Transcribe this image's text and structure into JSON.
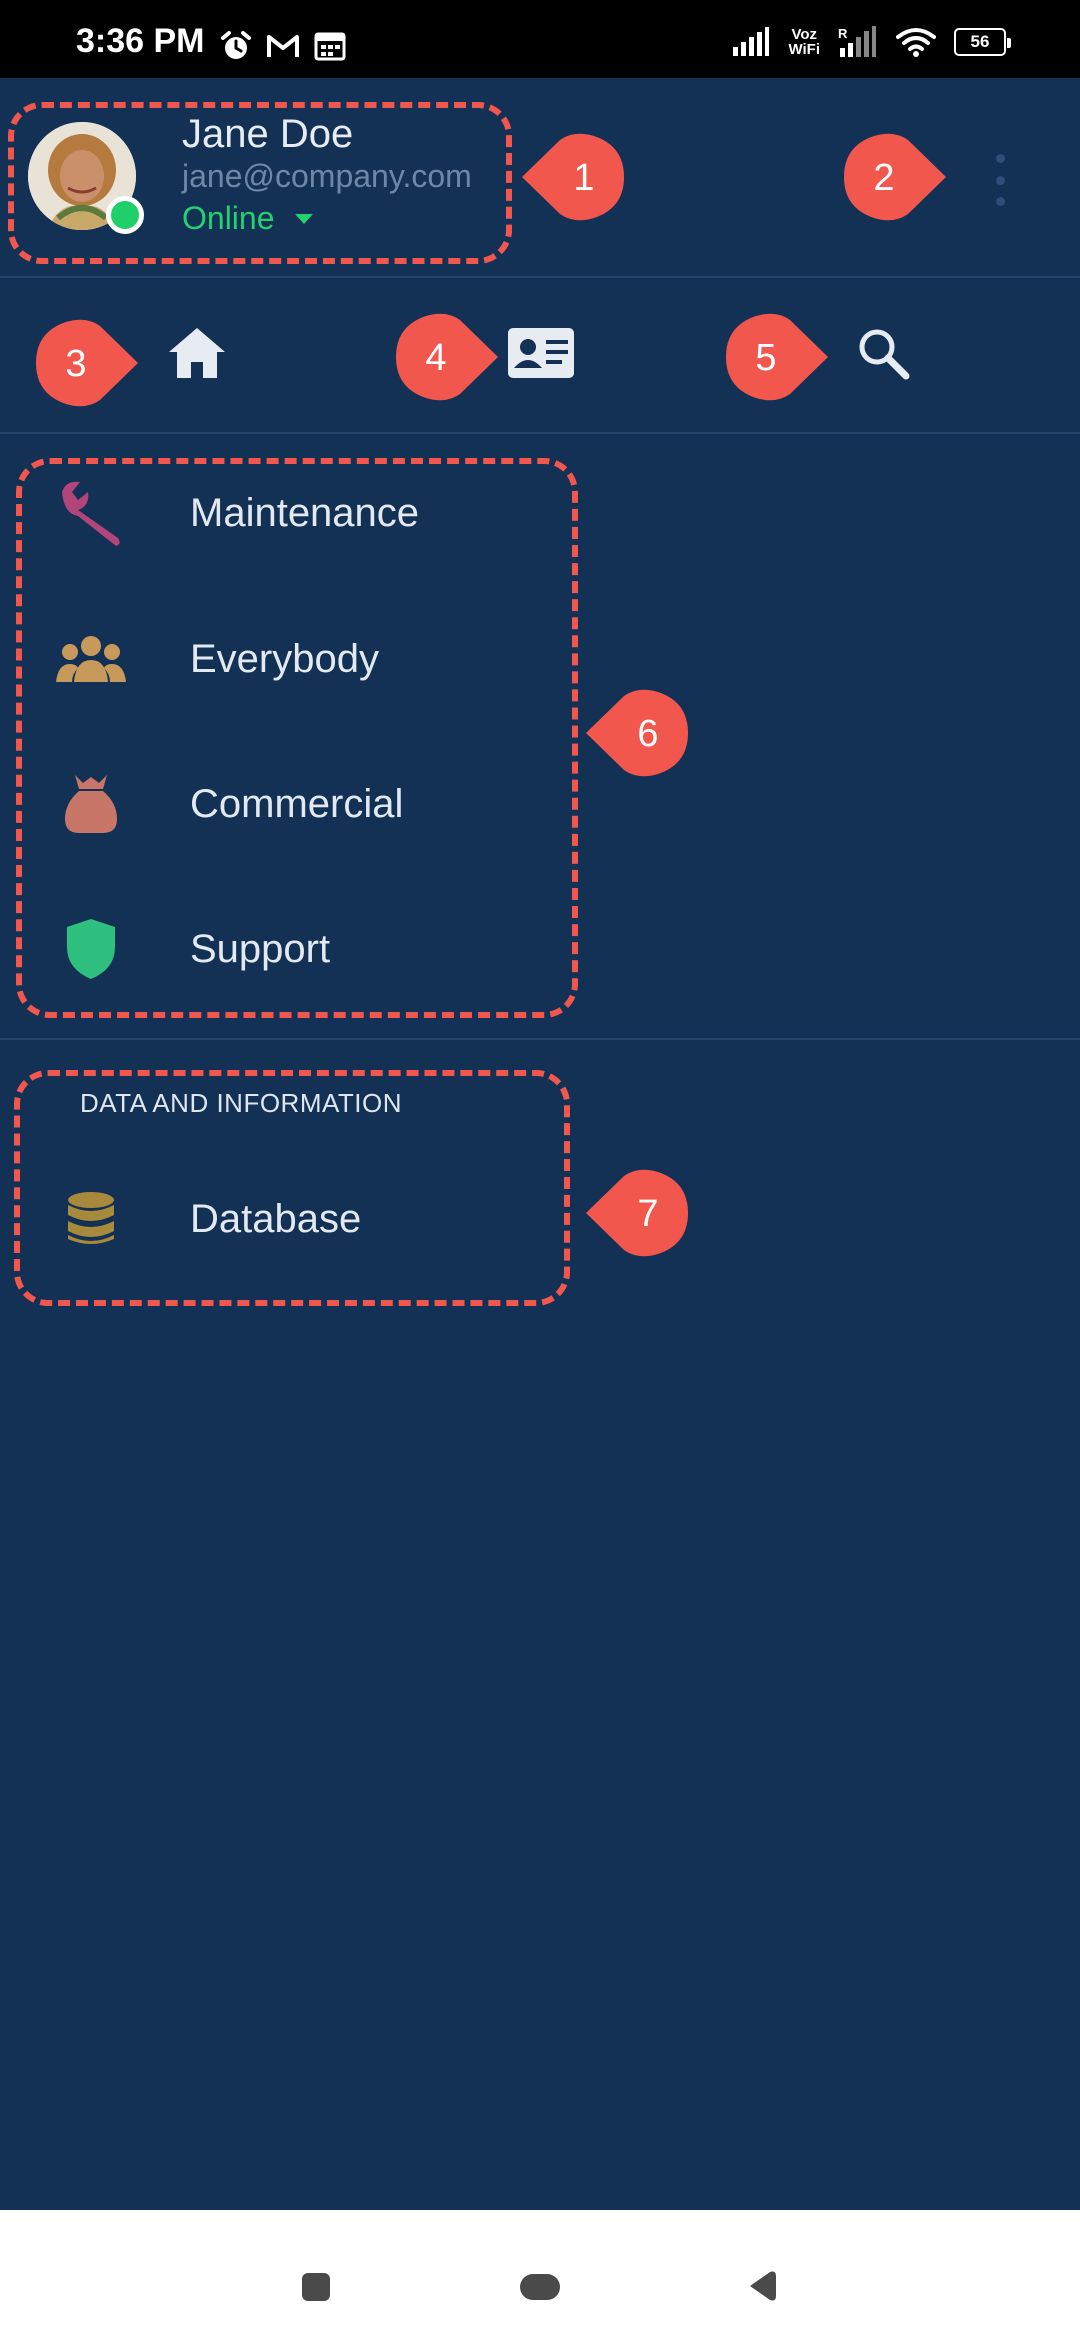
{
  "status_bar": {
    "time": "3:36 PM",
    "network_label": "Voz\nWiFi",
    "roaming_label": "R",
    "battery": "56"
  },
  "profile": {
    "name": "Jane Doe",
    "email": "jane@company.com",
    "status": "Online"
  },
  "nav_icons": [
    "home-icon",
    "contact-card-icon",
    "search-icon"
  ],
  "menu": {
    "items": [
      {
        "label": "Maintenance",
        "icon": "wrench-icon",
        "color": "#b2457a"
      },
      {
        "label": "Everybody",
        "icon": "group-icon",
        "color": "#c79a5b"
      },
      {
        "label": "Commercial",
        "icon": "money-bag-icon",
        "color": "#c77667"
      },
      {
        "label": "Support",
        "icon": "shield-icon",
        "color": "#2fbf7f"
      }
    ]
  },
  "data_section": {
    "title": "DATA AND INFORMATION",
    "items": [
      {
        "label": "Database",
        "icon": "database-icon",
        "color": "#a88a3c"
      }
    ]
  },
  "annotations": [
    "1",
    "2",
    "3",
    "4",
    "5",
    "6",
    "7"
  ],
  "colors": {
    "background": "#133155",
    "annotation": "#f2574d",
    "online": "#25d06e"
  }
}
